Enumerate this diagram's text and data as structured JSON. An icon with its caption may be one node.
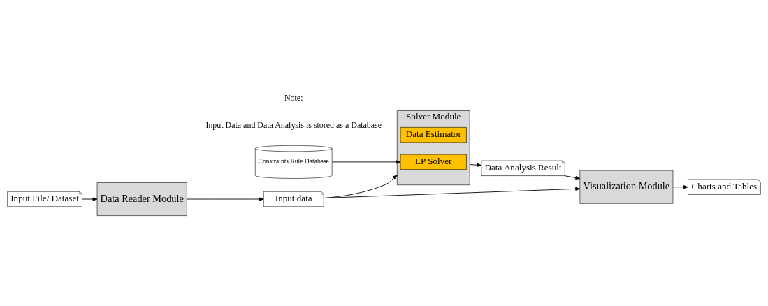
{
  "diagram": {
    "nodes": [
      {
        "text": [
          "Input File/ Dataset"
        ]
      },
      {
        "text": [
          "Data Reader Module"
        ]
      },
      {
        "text": [
          "Input data"
        ]
      },
      {
        "text": [
          "Solver Module"
        ]
      },
      {
        "text": [
          "Data Estimator"
        ],
        "in": 3
      },
      {
        "text": [
          "LP Solver"
        ],
        "in": 3
      },
      {
        "text": [
          "Constraints Rule Database"
        ]
      },
      {
        "text": [
          "Data Analysis Result"
        ]
      },
      {
        "text": [
          "Visualization Module"
        ]
      },
      {
        "text": [
          "Charts and Tables"
        ]
      }
    ],
    "edges": [
      {
        "from": 0,
        "to": 1,
        "arrow": "to"
      },
      {
        "from": 1,
        "to": 2,
        "arrow": "to"
      },
      {
        "from": 2,
        "to": 3,
        "arrow": "to"
      },
      {
        "from": 2,
        "to": 8,
        "arrow": "to"
      },
      {
        "from": 6,
        "to": 5,
        "arrow": "to"
      },
      {
        "from": 3,
        "to": 7,
        "arrow": "to"
      },
      {
        "from": 7,
        "to": 8,
        "arrow": "to"
      },
      {
        "from": 8,
        "to": 9,
        "arrow": "to"
      }
    ],
    "labels": [
      "Note:",
      "Input Data and Data Analysis is stored as a Database"
    ]
  }
}
